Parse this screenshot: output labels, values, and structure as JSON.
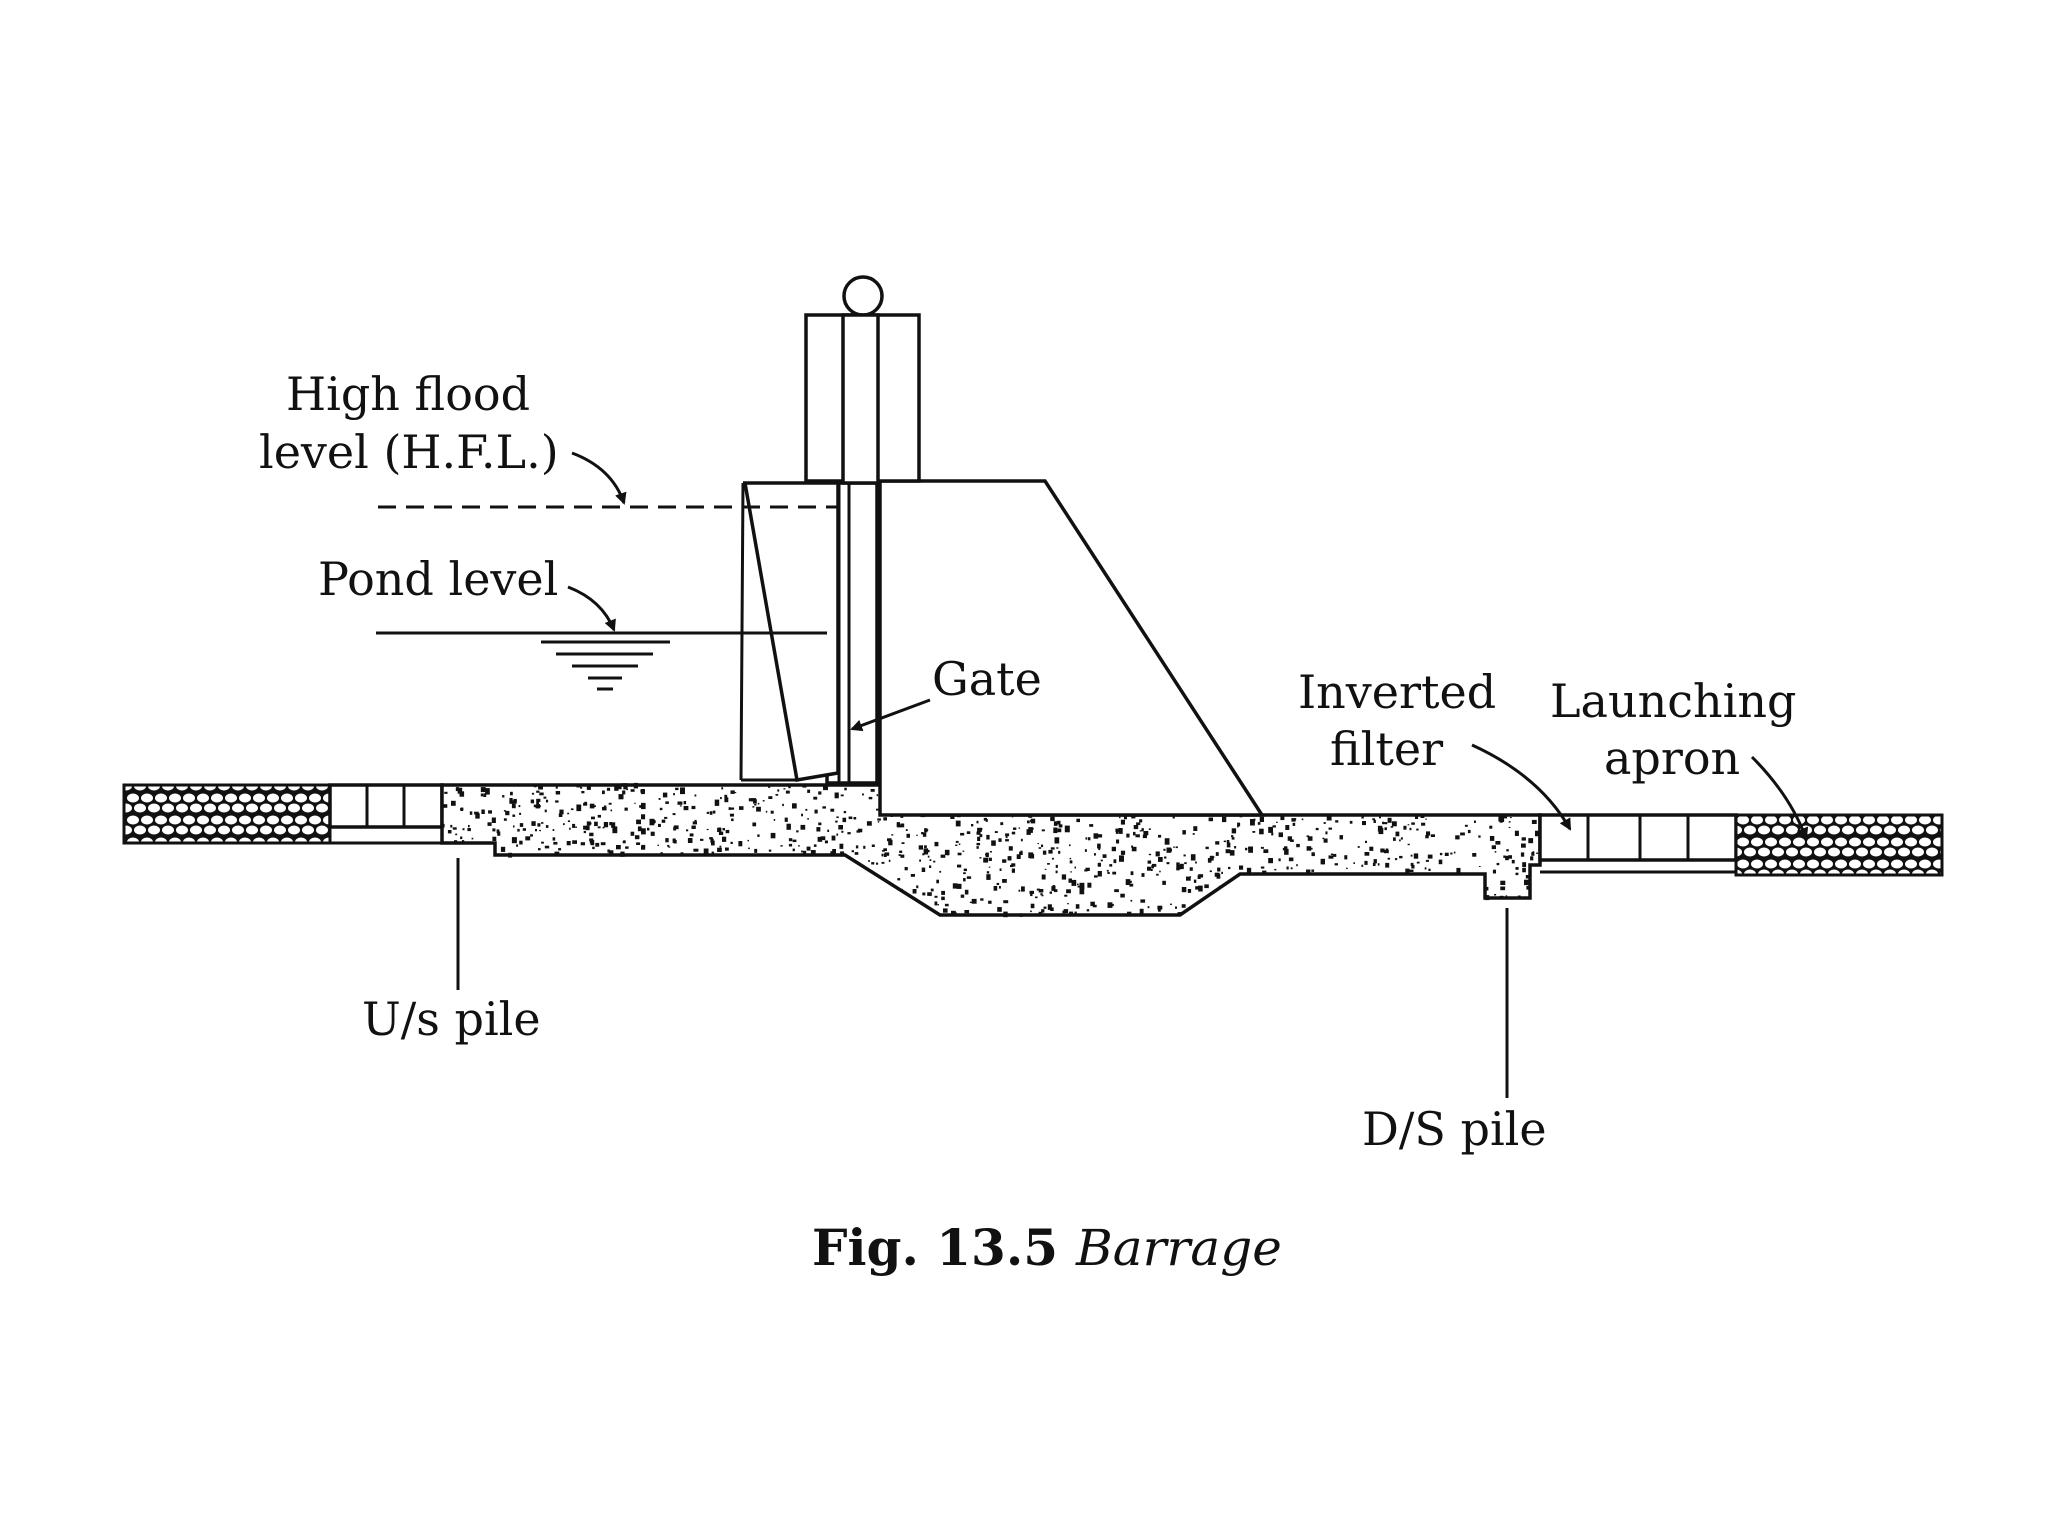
{
  "labels": {
    "hfl_line1": "High flood",
    "hfl_line2": "level (H.F.L.)",
    "pond_level": "Pond level",
    "gate": "Gate",
    "inverted_filter_line1": "Inverted",
    "inverted_filter_line2": "filter",
    "launching_apron_line1": "Launching",
    "launching_apron_line2": "apron",
    "us_pile": "U/s pile",
    "ds_pile": "D/S pile"
  },
  "caption": {
    "number": "Fig. 13.5",
    "title": "Barrage"
  }
}
